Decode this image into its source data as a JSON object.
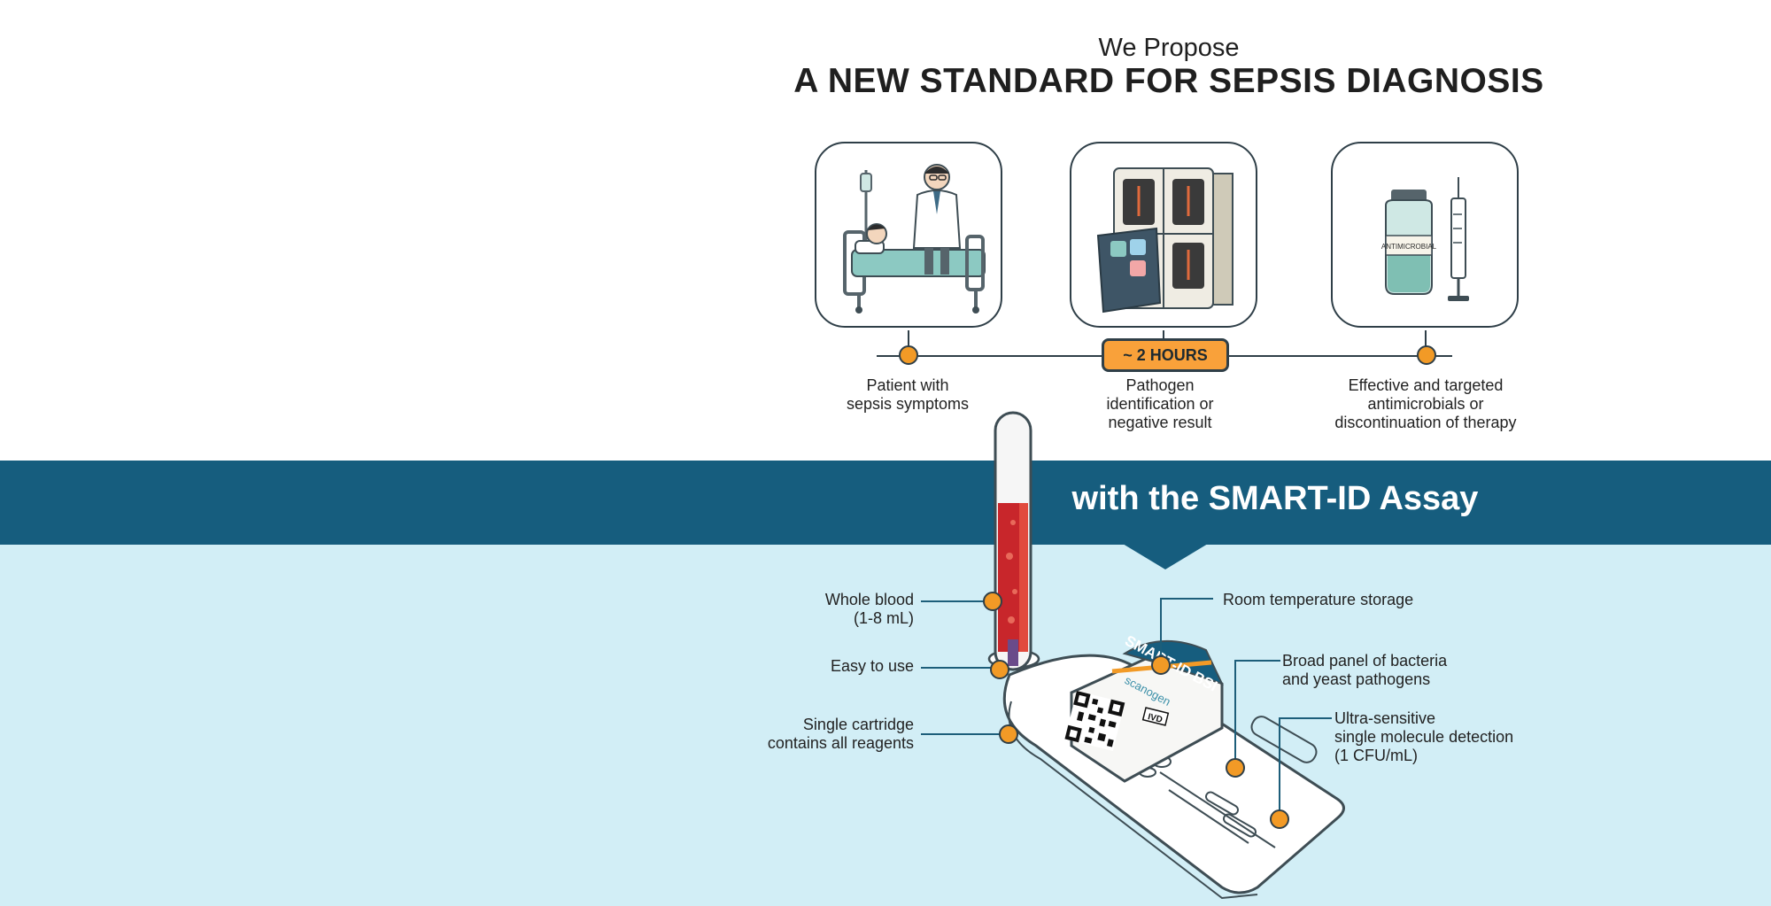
{
  "header": {
    "eyebrow": "We Propose",
    "title": "A NEW STANDARD FOR SEPSIS DIAGNOSIS"
  },
  "timeline": {
    "duration_badge": "~ 2 HOURS",
    "steps": [
      {
        "label": "Patient with\nsepsis symptoms",
        "illustration": "patient-and-doctor"
      },
      {
        "label": "Pathogen\nidentification or\nnegative result",
        "illustration": "diagnostic-instrument"
      },
      {
        "label": "Effective and targeted\nantimicrobials or\ndiscontinuation of therapy",
        "illustration": "antimicrobial-vial-and-syringe",
        "vial_text": "ANTIMICROBIAL"
      }
    ]
  },
  "assay": {
    "band_title": "with the SMART-ID Assay",
    "cartridge_brand": "SMART-ID BSI",
    "cartridge_maker": "scanogen",
    "ivd_mark": "IVD",
    "callouts_left": [
      "Whole blood\n(1-8 mL)",
      "Easy to use",
      "Single cartridge\ncontains all reagents"
    ],
    "callouts_right": [
      "Room temperature storage",
      "Broad panel of bacteria\nand yeast pathogens",
      "Ultra-sensitive\nsingle molecule detection\n(1 CFU/mL)"
    ]
  },
  "colors": {
    "band_dark": "#165d7e",
    "band_light": "#d2eef6",
    "accent_orange": "#f29a26",
    "outline": "#2f3f48",
    "blood_red": "#c8262b",
    "teal_fluid": "#8cc9c2"
  }
}
